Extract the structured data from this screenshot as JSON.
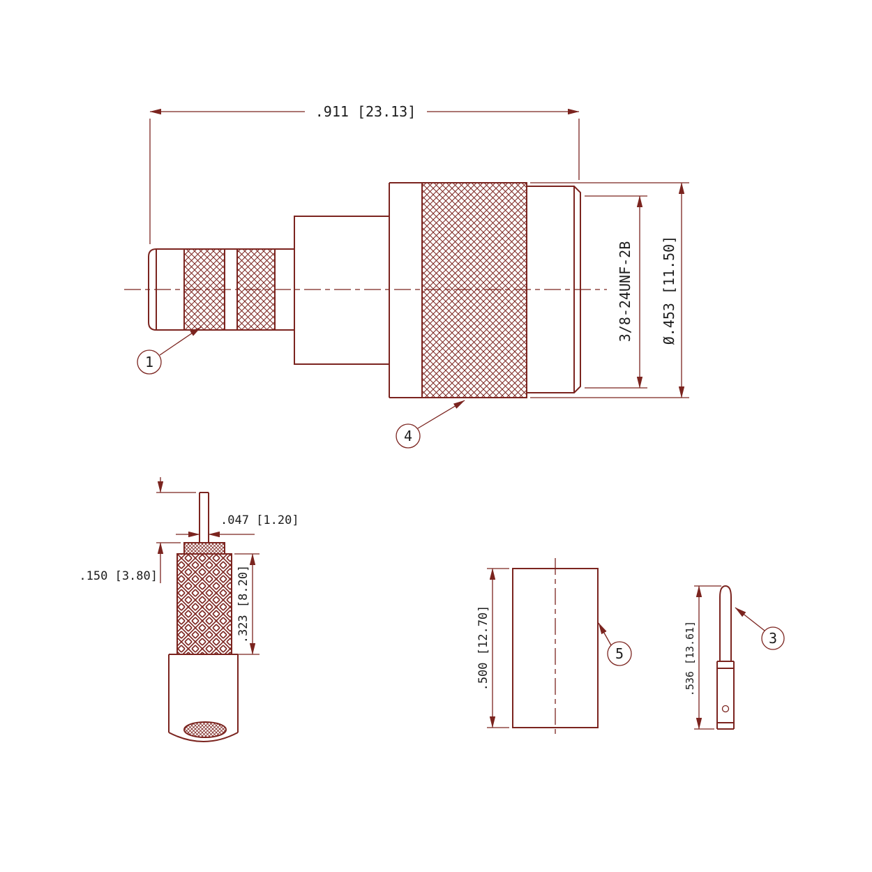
{
  "title": "coaxial-connector-technical-drawing",
  "colors": {
    "line": "#7b241f",
    "text": "#1c1c1c",
    "bg": "#ffffff"
  },
  "main_view": {
    "overall_width": ".911  [23.13]",
    "thread_spec": "3/8-24UNF-2B",
    "outer_diameter": "Ø.453  [11.50]",
    "balloon_crimp": "1",
    "balloon_knurl": "4"
  },
  "cable_view": {
    "conductor_length": ".150  [3.80]",
    "conductor_diameter": ".047  [1.20]",
    "braid_length": ".323  [8.20]"
  },
  "ferrule_view": {
    "length": ".500  [12.70]",
    "balloon": "5"
  },
  "pin_view": {
    "length": ".536  [13.61]",
    "balloon": "3"
  }
}
